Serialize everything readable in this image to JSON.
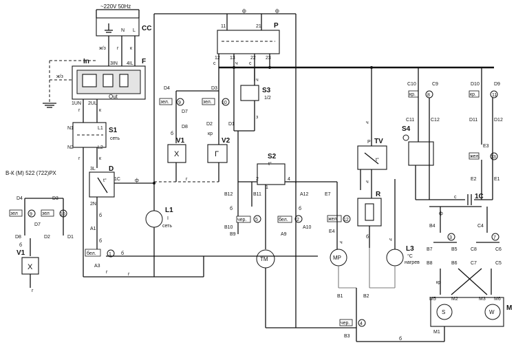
{
  "supply": {
    "voltage": "~220V 50Hz",
    "label": "CC",
    "pins": [
      "ж/з",
      "N",
      "L"
    ],
    "wire_colors": [
      "ж/з",
      "г",
      "к"
    ]
  },
  "filter": {
    "label": "F",
    "in": "In",
    "out": "Out",
    "ground_wire": "ж/з",
    "in_pins": [
      "3IN",
      "4IL"
    ],
    "out_pins": [
      "1UN",
      "2UL"
    ],
    "out_wires": [
      "г",
      "к"
    ]
  },
  "switch_s1": {
    "label": "S1",
    "sub": "сеть",
    "pins": [
      "N1",
      "L1",
      "N2",
      "L2"
    ],
    "wire_colors": [
      "г",
      "к"
    ]
  },
  "door_lock": {
    "label": "D",
    "pins": [
      "3L",
      "1C",
      "2N"
    ],
    "temp_symbol": "t°",
    "theta_symbol": "t°",
    "wire_colors": [
      "ф",
      "г",
      "б",
      "б"
    ],
    "connector_pins": [
      "A1",
      "A3"
    ],
    "tags": [
      "бел.",
      "1"
    ]
  },
  "relay_p": {
    "label": "P",
    "pins_top": [
      "11",
      "21"
    ],
    "pins_bottom": [
      "12",
      "13",
      "22",
      "23"
    ],
    "wire_colors": [
      "с",
      "ч",
      "с",
      "з",
      "ф",
      "ф"
    ]
  },
  "valve_v1": {
    "label": "V1",
    "conn": "D4",
    "symbol": "X",
    "tag": "9",
    "tag_color": "зел.",
    "wire_colors": [
      "б",
      "г"
    ]
  },
  "valve_v2": {
    "label": "V2",
    "pins": [
      "D3",
      "D7",
      "D8",
      "D2",
      "D1"
    ],
    "symbol": "Г",
    "tag": "10",
    "tag_color": "зел.",
    "wire_colors": [
      "б",
      "с",
      "кр",
      "б"
    ]
  },
  "switch_s3": {
    "label": "S3",
    "sub": "1/2",
    "wire_colors": [
      "ч",
      "з"
    ]
  },
  "switch_s2": {
    "label": "S2",
    "symbol": "t°",
    "pins": [
      "2",
      "1",
      "4"
    ],
    "conn_pins": [
      "B12",
      "B11",
      "A12",
      "E7",
      "B10",
      "B9",
      "A10",
      "A9"
    ],
    "tags": [
      "5",
      "2",
      "12"
    ],
    "tag_colors": [
      "чер.",
      "бел.",
      "жел."
    ],
    "wire_colors": [
      "б",
      "ф",
      "б",
      "б"
    ]
  },
  "lamp_l1": {
    "label": "L1",
    "sub": "сеть",
    "symbol": "I"
  },
  "motor_tm": {
    "label": "TM"
  },
  "pump_mp": {
    "label": "MP",
    "pins": [
      "E4",
      "E7"
    ],
    "wire_colors": [
      "б",
      "ч"
    ]
  },
  "heater_r": {
    "label": "R",
    "thermostat_label": "TV",
    "thermostat_pin": "P",
    "thermostat_temp": "t°",
    "wire_colors": [
      "ч",
      "ч",
      "б",
      "б"
    ]
  },
  "lamp_l3": {
    "label": "L3",
    "symbol": "°C",
    "sub": "нагрев",
    "wire_colors": [
      "ч"
    ]
  },
  "level_group": {
    "pins": [
      "C10",
      "C9",
      "D10",
      "D9",
      "C11",
      "C12",
      "D11",
      "D12",
      "E3",
      "E2",
      "E1"
    ],
    "tags": [
      "8",
      "11",
      "13"
    ],
    "tag_colors": [
      "кр.",
      "кр.",
      "жел."
    ],
    "switch_label": "S4",
    "wire_colors": [
      "ч",
      "с",
      "а",
      "ч",
      "с",
      "ч",
      "ч",
      "с",
      "с",
      "ч",
      "с"
    ]
  },
  "capacitor": {
    "label": "1C",
    "wire_colors": [
      "с",
      "ф"
    ]
  },
  "motor_m": {
    "label": "M",
    "windings": [
      "S",
      "W"
    ],
    "pins": [
      "B4",
      "C4",
      "B7",
      "B5",
      "C8",
      "C6",
      "B8",
      "B6",
      "C7",
      "C5",
      "M5",
      "M2",
      "M3",
      "M6",
      "M1"
    ],
    "tags": [
      "3",
      "7"
    ],
    "wire_colors": [
      "б",
      "б",
      "с",
      "кр",
      "з",
      "с",
      "б",
      "б"
    ]
  },
  "bottom": {
    "pins": [
      "B1",
      "B2",
      "B3"
    ],
    "tag": "4",
    "tag_color": "чер.",
    "wire_colors": [
      "б",
      "б"
    ]
  },
  "inset": {
    "title": "В-К (М) 522 (722)РХ",
    "pins": [
      "D4",
      "D3",
      "D7",
      "D8",
      "D2",
      "D1"
    ],
    "tags": [
      "9",
      "10"
    ],
    "tag_colors": [
      "зел",
      "зел"
    ],
    "valve_label": "V1",
    "symbol": "X",
    "wire_colors": [
      "б",
      "с",
      "с",
      "б",
      "б",
      "з",
      "г"
    ]
  },
  "wire_labels": {
    "f": "ф",
    "g": "г",
    "ch": "ч",
    "b": "б",
    "kr": "кр",
    "s": "с",
    "z": "з",
    "k": "к",
    "a": "а"
  }
}
